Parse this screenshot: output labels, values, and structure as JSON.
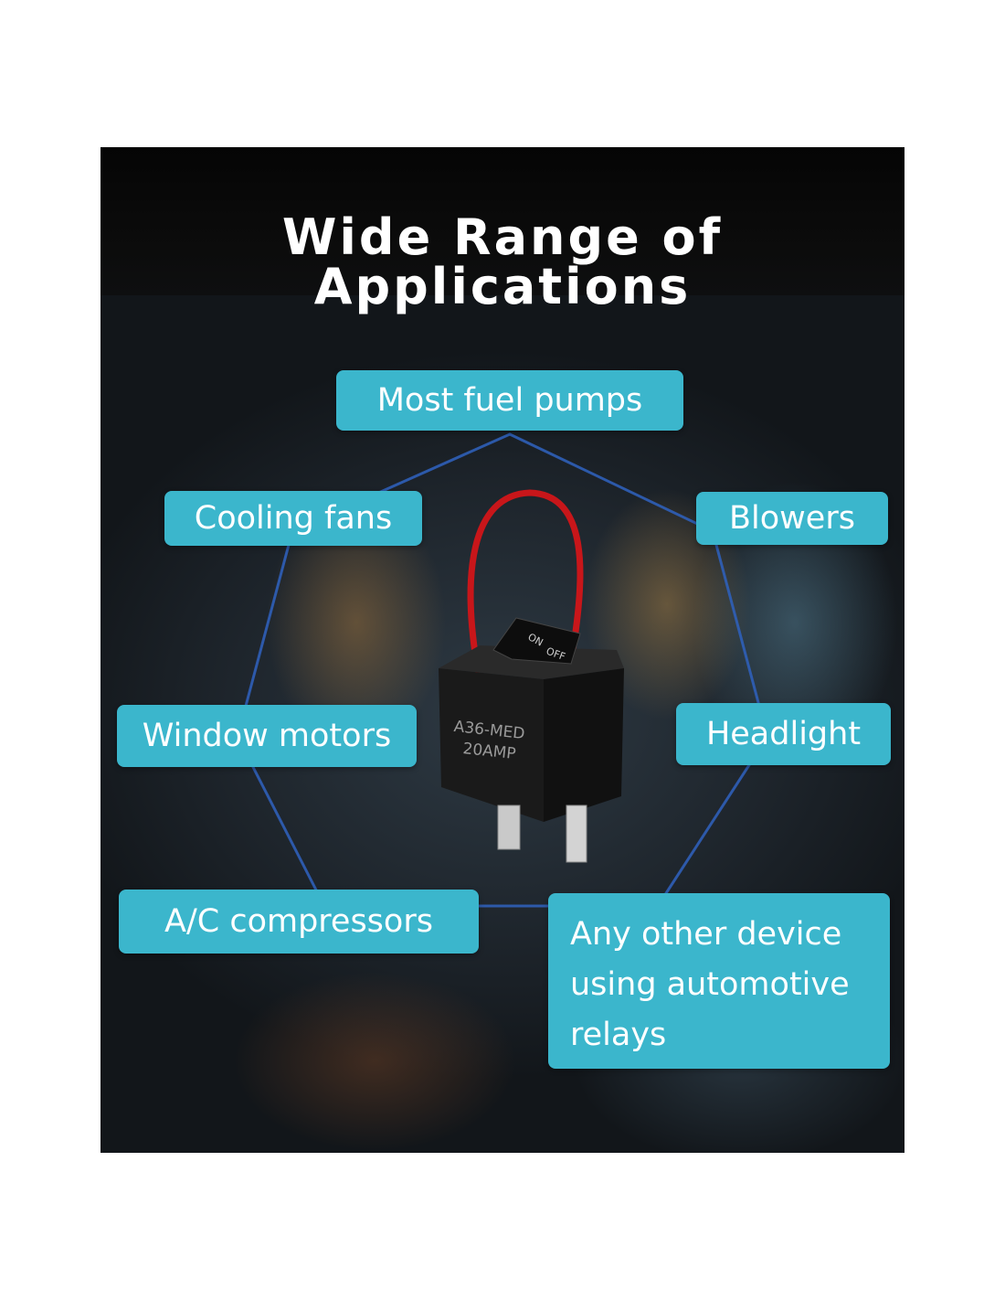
{
  "title": "Wide Range of Applications",
  "applications": [
    "Most fuel pumps",
    "Cooling fans",
    "Blowers",
    "Window motors",
    "Headlight",
    "A/C compressors",
    "Any other device using automotive relays"
  ],
  "relay": {
    "model_line1": "A36-MED",
    "model_line2": "20AMP",
    "switch_on": "ON",
    "switch_off": "OFF"
  },
  "colors": {
    "label_bg": "#3bb6cc",
    "network_line": "#2f5fb8",
    "relay_body": "#1a1a1a",
    "wire": "#c8161a"
  }
}
